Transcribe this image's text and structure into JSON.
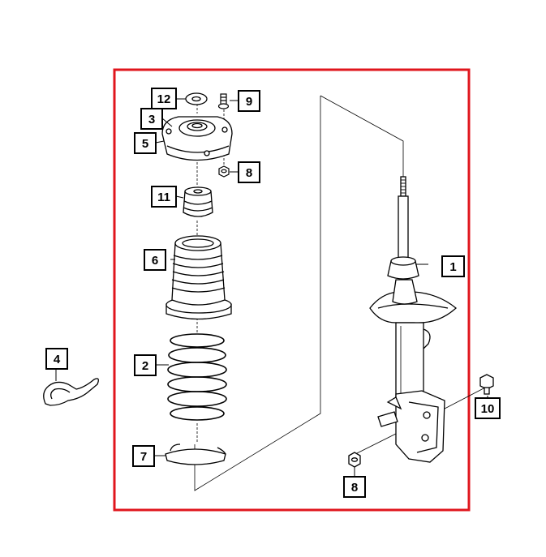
{
  "colors": {
    "frame": "#e0161d",
    "ink": "#000000",
    "background": "#ffffff"
  },
  "callouts": {
    "c1": "1",
    "c2": "2",
    "c3": "3",
    "c4": "4",
    "c5": "5",
    "c6": "6",
    "c7": "7",
    "c8a": "8",
    "c8b": "8",
    "c9": "9",
    "c10": "10",
    "c11": "11",
    "c12": "12"
  }
}
